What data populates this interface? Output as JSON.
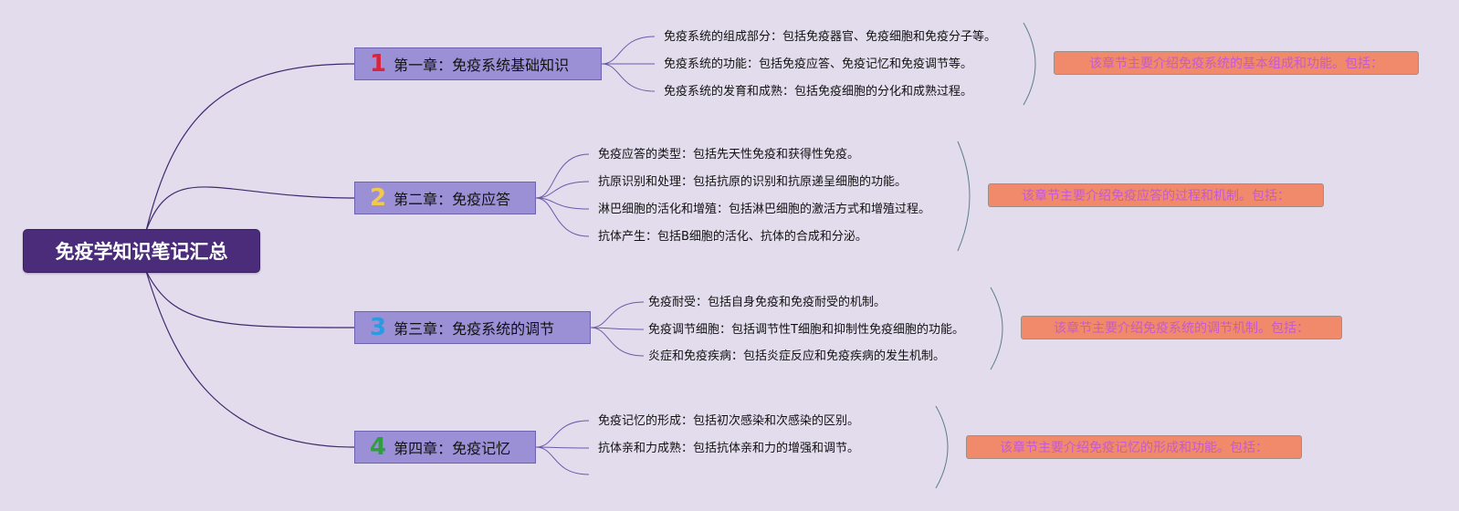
{
  "root": {
    "title": "免疫学知识笔记汇总"
  },
  "colors": {
    "background": "#e3dced",
    "root_fill": "#4a2c7a",
    "chapter_fill": "#9b8fd6",
    "summary_fill": "#f08a6a",
    "summary_text": "#c65ad0",
    "link_root": "#3f2a6e",
    "link_item": "#6a5aa8",
    "bracket": "#5c7f8a"
  },
  "chapters": [
    {
      "number": "1",
      "number_color": "#d9243b",
      "title": "第一章：免疫系统基础知识",
      "items": [
        "免疫系统的组成部分：包括免疫器官、免疫细胞和免疫分子等。",
        "免疫系统的功能：包括免疫应答、免疫记忆和免疫调节等。",
        "免疫系统的发育和成熟：包括免疫细胞的分化和成熟过程。"
      ],
      "summary": "该章节主要介绍免疫系统的基本组成和功能。包括："
    },
    {
      "number": "2",
      "number_color": "#f2c94c",
      "title": "第二章：免疫应答",
      "items": [
        "免疫应答的类型：包括先天性免疫和获得性免疫。",
        "抗原识别和处理：包括抗原的识别和抗原递呈细胞的功能。",
        "淋巴细胞的活化和增殖：包括淋巴细胞的激活方式和增殖过程。",
        "抗体产生：包括B细胞的活化、抗体的合成和分泌。"
      ],
      "summary": "该章节主要介绍免疫应答的过程和机制。包括："
    },
    {
      "number": "3",
      "number_color": "#2b9be0",
      "title": "第三章：免疫系统的调节",
      "items": [
        "免疫耐受：包括自身免疫和免疫耐受的机制。",
        "免疫调节细胞：包括调节性T细胞和抑制性免疫细胞的功能。",
        "炎症和免疫疾病：包括炎症反应和免疫疾病的发生机制。"
      ],
      "summary": "该章节主要介绍免疫系统的调节机制。包括："
    },
    {
      "number": "4",
      "number_color": "#2f9e3f",
      "title": "第四章：免疫记忆",
      "items": [
        "免疫记忆的形成：包括初次感染和次感染的区别。",
        "抗体亲和力成熟：包括抗体亲和力的增强和调节。",
        ""
      ],
      "summary": "该章节主要介绍免疫记忆的形成和功能。包括："
    }
  ]
}
